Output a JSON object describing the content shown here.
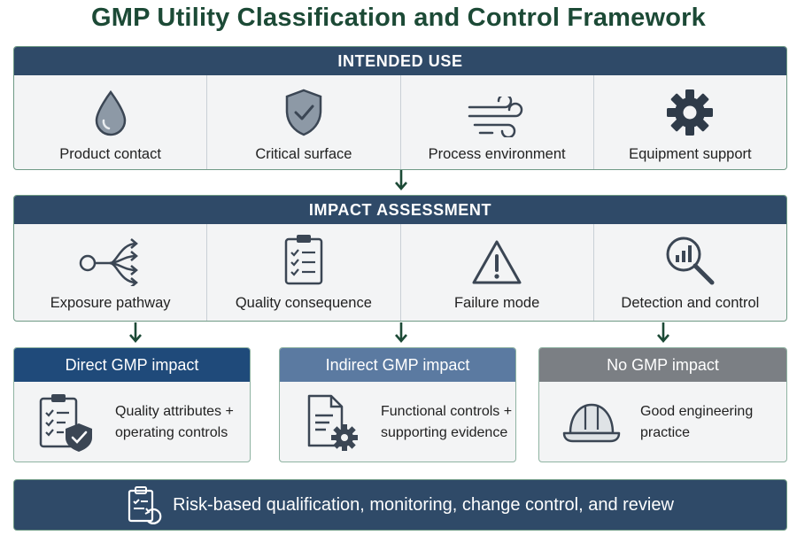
{
  "title": "GMP Utility Classification and Control Framework",
  "intended_use": {
    "header": "INTENDED USE",
    "items": [
      {
        "label": "Product contact",
        "icon": "droplet-icon"
      },
      {
        "label": "Critical surface",
        "icon": "shield-check-icon"
      },
      {
        "label": "Process environment",
        "icon": "wind-icon"
      },
      {
        "label": "Equipment support",
        "icon": "gear-icon"
      }
    ]
  },
  "impact_assessment": {
    "header": "IMPACT ASSESSMENT",
    "items": [
      {
        "label": "Exposure pathway",
        "icon": "branching-arrows-icon"
      },
      {
        "label": "Quality consequence",
        "icon": "clipboard-checklist-icon"
      },
      {
        "label": "Failure mode",
        "icon": "warning-triangle-icon"
      },
      {
        "label": "Detection and control",
        "icon": "magnifier-chart-icon"
      }
    ]
  },
  "outcomes": [
    {
      "header": "Direct GMP impact",
      "line1": "Quality attributes +",
      "line2": "operating controls",
      "icon": "checklist-shield-icon",
      "color": "#1f4a7a"
    },
    {
      "header": "Indirect GMP impact",
      "line1": "Functional controls +",
      "line2": "supporting evidence",
      "icon": "document-gear-icon",
      "color": "#5b7aa1"
    },
    {
      "header": "No GMP impact",
      "line1": "Good engineering",
      "line2": "practice",
      "icon": "hard-hat-icon",
      "color": "#7b7f84"
    }
  ],
  "footer": {
    "text": "Risk-based qualification, monitoring, change control, and review",
    "icon": "clipboard-refresh-icon"
  },
  "colors": {
    "navy": "#2f4a68",
    "green_border": "#6f9a85",
    "arrow": "#1c4a36",
    "title": "#1c4a36"
  }
}
